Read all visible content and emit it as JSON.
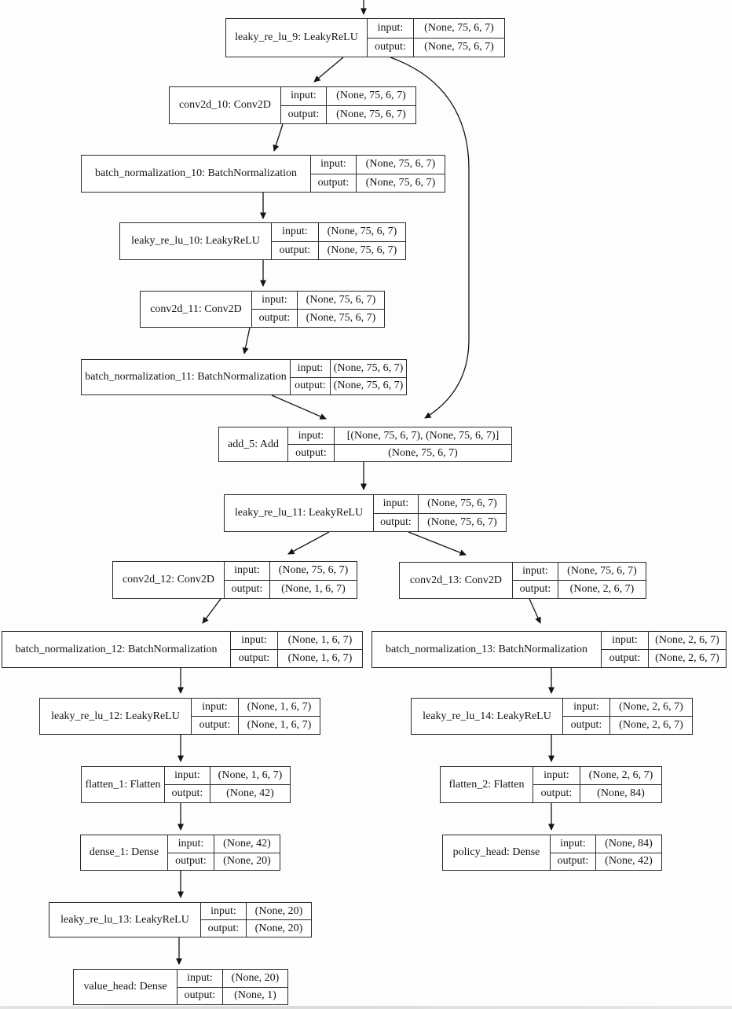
{
  "diagram": {
    "kind": "keras-model-architecture-graph",
    "labels": {
      "input": "input:",
      "output": "output:"
    },
    "colors": {
      "ink": "#141414",
      "border": "#2b2b2b",
      "node_fill": "#ffffff",
      "background": "#fdfdfd"
    },
    "nodes": [
      {
        "id": "leaky_re_lu_9",
        "label": "leaky_re_lu_9: LeakyReLU",
        "input": "(None, 75, 6, 7)",
        "output": "(None, 75, 6, 7)"
      },
      {
        "id": "conv2d_10",
        "label": "conv2d_10: Conv2D",
        "input": "(None, 75, 6, 7)",
        "output": "(None, 75, 6, 7)"
      },
      {
        "id": "batch_normalization_10",
        "label": "batch_normalization_10: BatchNormalization",
        "input": "(None, 75, 6, 7)",
        "output": "(None, 75, 6, 7)"
      },
      {
        "id": "leaky_re_lu_10",
        "label": "leaky_re_lu_10: LeakyReLU",
        "input": "(None, 75, 6, 7)",
        "output": "(None, 75, 6, 7)"
      },
      {
        "id": "conv2d_11",
        "label": "conv2d_11: Conv2D",
        "input": "(None, 75, 6, 7)",
        "output": "(None, 75, 6, 7)"
      },
      {
        "id": "batch_normalization_11",
        "label": "batch_normalization_11: BatchNormalization",
        "input": "(None, 75, 6, 7)",
        "output": "(None, 75, 6, 7)"
      },
      {
        "id": "add_5",
        "label": "add_5: Add",
        "input": "[(None, 75, 6, 7), (None, 75, 6, 7)]",
        "output": "(None, 75, 6, 7)"
      },
      {
        "id": "leaky_re_lu_11",
        "label": "leaky_re_lu_11: LeakyReLU",
        "input": "(None, 75, 6, 7)",
        "output": "(None, 75, 6, 7)"
      },
      {
        "id": "conv2d_12",
        "label": "conv2d_12: Conv2D",
        "input": "(None, 75, 6, 7)",
        "output": "(None, 1, 6, 7)"
      },
      {
        "id": "conv2d_13",
        "label": "conv2d_13: Conv2D",
        "input": "(None, 75, 6, 7)",
        "output": "(None, 2, 6, 7)"
      },
      {
        "id": "batch_normalization_12",
        "label": "batch_normalization_12: BatchNormalization",
        "input": "(None, 1, 6, 7)",
        "output": "(None, 1, 6, 7)"
      },
      {
        "id": "batch_normalization_13",
        "label": "batch_normalization_13: BatchNormalization",
        "input": "(None, 2, 6, 7)",
        "output": "(None, 2, 6, 7)"
      },
      {
        "id": "leaky_re_lu_12",
        "label": "leaky_re_lu_12: LeakyReLU",
        "input": "(None, 1, 6, 7)",
        "output": "(None, 1, 6, 7)"
      },
      {
        "id": "leaky_re_lu_14",
        "label": "leaky_re_lu_14: LeakyReLU",
        "input": "(None, 2, 6, 7)",
        "output": "(None, 2, 6, 7)"
      },
      {
        "id": "flatten_1",
        "label": "flatten_1: Flatten",
        "input": "(None, 1, 6, 7)",
        "output": "(None, 42)"
      },
      {
        "id": "flatten_2",
        "label": "flatten_2: Flatten",
        "input": "(None, 2, 6, 7)",
        "output": "(None, 84)"
      },
      {
        "id": "dense_1",
        "label": "dense_1: Dense",
        "input": "(None, 42)",
        "output": "(None, 20)"
      },
      {
        "id": "policy_head",
        "label": "policy_head: Dense",
        "input": "(None, 84)",
        "output": "(None, 42)"
      },
      {
        "id": "leaky_re_lu_13",
        "label": "leaky_re_lu_13: LeakyReLU",
        "input": "(None, 20)",
        "output": "(None, 20)"
      },
      {
        "id": "value_head",
        "label": "value_head: Dense",
        "input": "(None, 20)",
        "output": "(None, 1)"
      }
    ],
    "edges": [
      {
        "from": "offscreen-above",
        "to": "leaky_re_lu_9"
      },
      {
        "from": "leaky_re_lu_9",
        "to": "conv2d_10"
      },
      {
        "from": "leaky_re_lu_9",
        "to": "add_5"
      },
      {
        "from": "conv2d_10",
        "to": "batch_normalization_10"
      },
      {
        "from": "batch_normalization_10",
        "to": "leaky_re_lu_10"
      },
      {
        "from": "leaky_re_lu_10",
        "to": "conv2d_11"
      },
      {
        "from": "conv2d_11",
        "to": "batch_normalization_11"
      },
      {
        "from": "batch_normalization_11",
        "to": "add_5"
      },
      {
        "from": "add_5",
        "to": "leaky_re_lu_11"
      },
      {
        "from": "leaky_re_lu_11",
        "to": "conv2d_12"
      },
      {
        "from": "leaky_re_lu_11",
        "to": "conv2d_13"
      },
      {
        "from": "conv2d_12",
        "to": "batch_normalization_12"
      },
      {
        "from": "conv2d_13",
        "to": "batch_normalization_13"
      },
      {
        "from": "batch_normalization_12",
        "to": "leaky_re_lu_12"
      },
      {
        "from": "batch_normalization_13",
        "to": "leaky_re_lu_14"
      },
      {
        "from": "leaky_re_lu_12",
        "to": "flatten_1"
      },
      {
        "from": "leaky_re_lu_14",
        "to": "flatten_2"
      },
      {
        "from": "flatten_1",
        "to": "dense_1"
      },
      {
        "from": "flatten_2",
        "to": "policy_head"
      },
      {
        "from": "dense_1",
        "to": "leaky_re_lu_13"
      },
      {
        "from": "leaky_re_lu_13",
        "to": "value_head"
      }
    ]
  }
}
